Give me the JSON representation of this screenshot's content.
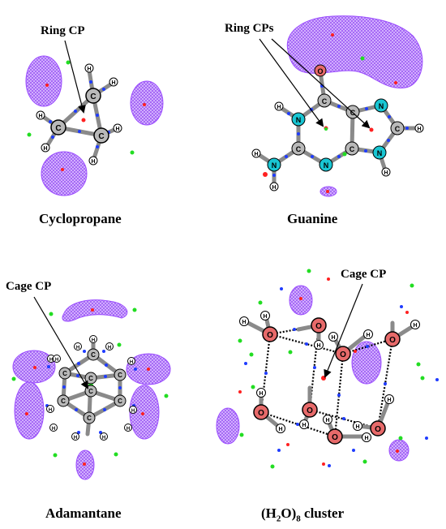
{
  "panels": {
    "cyclopropane": {
      "caption": "Cyclopropane",
      "cp_label": "Ring CP"
    },
    "guanine": {
      "caption": "Guanine",
      "cp_label": "Ring CPs"
    },
    "adamantane": {
      "caption": "Adamantane",
      "cp_label": "Cage CP"
    },
    "water_cluster": {
      "caption_pre": "(H",
      "caption_sub1": "2",
      "caption_mid": "O)",
      "caption_sub2": "8",
      "caption_post": " cluster",
      "cp_label": "Cage CP"
    }
  },
  "atom_symbols": {
    "carbon": "C",
    "hydrogen": "H",
    "nitrogen": "N",
    "oxygen": "O"
  },
  "colors": {
    "isosurface": "#9b4dff",
    "isosurface_fill": "#c9a3ff",
    "carbon": "#b9b9b9",
    "nitrogen": "#19c6d3",
    "oxygen": "#e76a6a",
    "hydrogen": "#ffffff",
    "bcp": "#1f3cff",
    "rcp": "#ff2020",
    "ccp": "#22dd22"
  }
}
